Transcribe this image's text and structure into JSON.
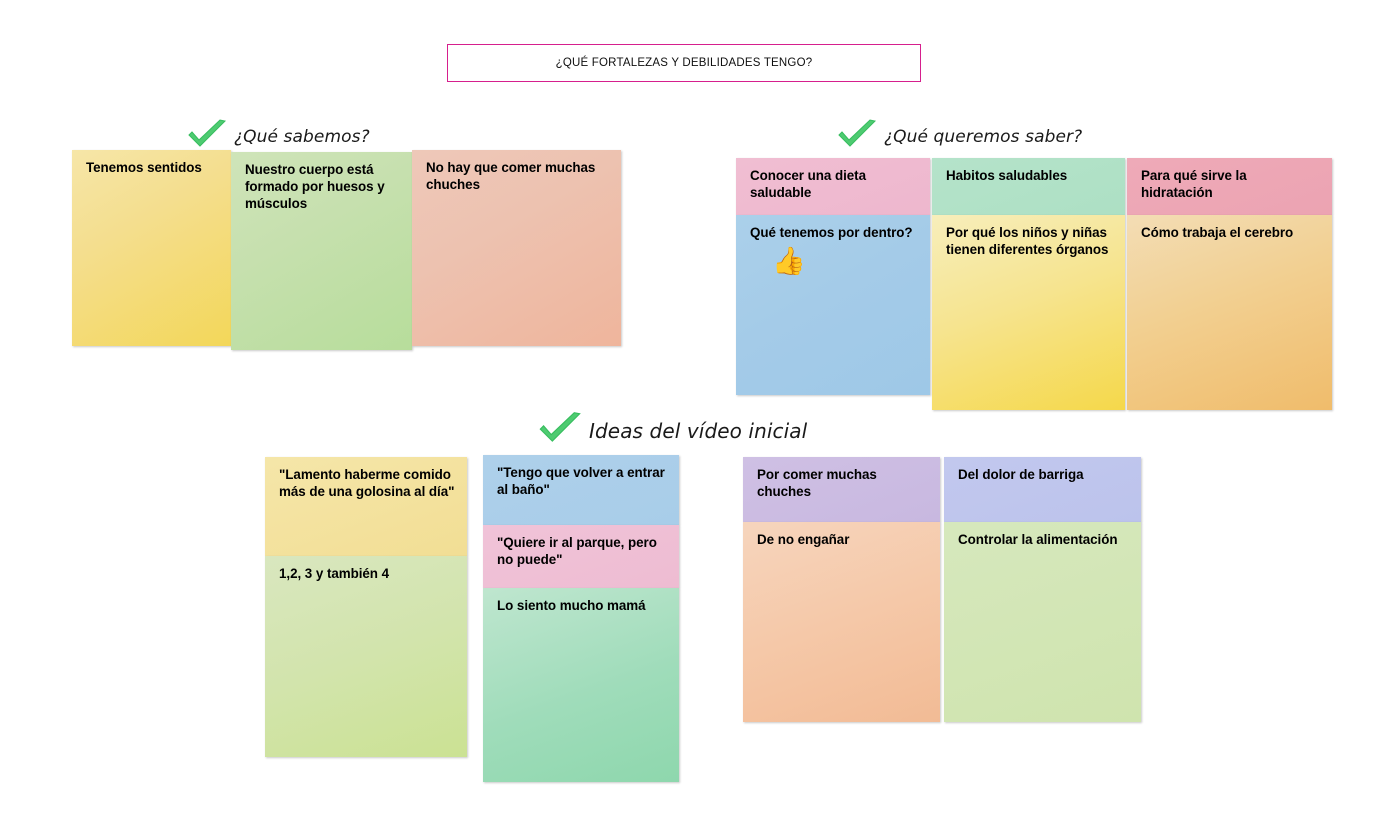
{
  "board": {
    "title": "¿QUÉ FORTALEZAS Y DEBILIDADES TENGO?",
    "title_border_color": "#d61f8d"
  },
  "sections": [
    {
      "id": "que-sabemos",
      "label": "¿Qué sabemos?",
      "icon": "green-check-icon"
    },
    {
      "id": "que-queremos",
      "label": "¿Qué queremos saber?",
      "icon": "green-check-icon"
    },
    {
      "id": "ideas-video",
      "label": "Ideas del vídeo inicial",
      "icon": "green-check-icon"
    }
  ],
  "notes": {
    "que_sabemos": [
      {
        "text": "Tenemos sentidos",
        "color": "#f3d759"
      },
      {
        "text": "Nuestro cuerpo está formado por huesos y músculos",
        "color": "#c6e0ae"
      },
      {
        "text": "No hay que comer muchas chuches",
        "color": "#edc2b0"
      }
    ],
    "que_queremos": [
      {
        "text": "Conocer una dieta saludable",
        "color": "#eeb7ce"
      },
      {
        "text": "Habitos saludables",
        "color": "#ade0c4"
      },
      {
        "text": "Para qué sirve la hidratación",
        "color": "#eca3b2"
      },
      {
        "text": "Qué tenemos por dentro?",
        "emoji": "👍",
        "color": "#a4cbe8"
      },
      {
        "text": "Por qué los niños y niñas tienen diferentes órganos",
        "color": "#f6e48f"
      },
      {
        "text": "Cómo trabaja el cerebro",
        "color": "#f2cf90"
      }
    ],
    "ideas_video_left": [
      {
        "text": "\"Lamento haberme comido más de una golosina al día\"",
        "color": "#f2de94"
      },
      {
        "text": "1,2, 3 y también 4",
        "color": "#d2e4ac"
      }
    ],
    "ideas_video_mid": [
      {
        "text": "\"Tengo que volver a entrar al baño\"",
        "color": "#a8cde9"
      },
      {
        "text": "\"Quiere ir al parque, pero no puede\"",
        "color": "#eebcd2"
      },
      {
        "text": "Lo siento mucho mamá",
        "color": "#9fdcba"
      }
    ],
    "ideas_video_right": [
      {
        "text": "Por comer  muchas chuches",
        "color": "#c8b8e0"
      },
      {
        "text": "Del dolor de barriga",
        "color": "#bcc3ec"
      },
      {
        "text": "De no engañar",
        "color": "#f5c8a8"
      },
      {
        "text": "Controlar la alimentación",
        "color": "#cfe4ae"
      }
    ]
  }
}
